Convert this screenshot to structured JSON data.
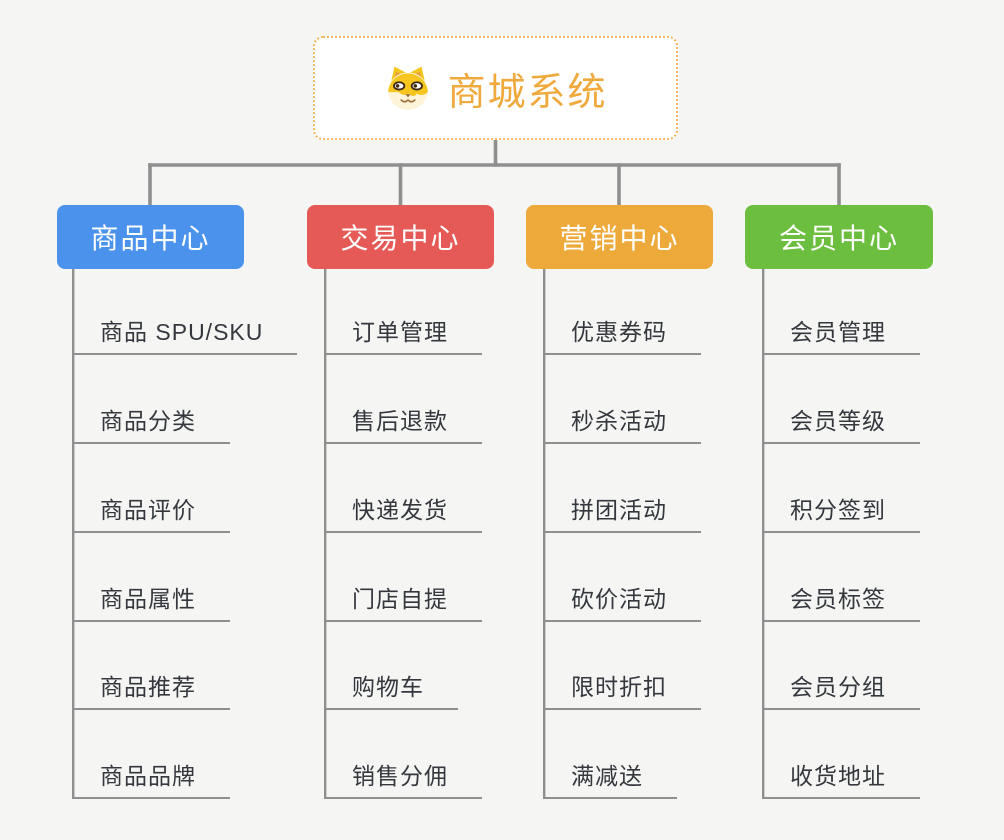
{
  "page": {
    "background_color": "#f5f5f4",
    "connector_color": "#8f8f8f"
  },
  "root": {
    "title": "商城系统",
    "icon": "dog-face-icon",
    "title_color": "#efa93c",
    "border_color": "#f3b85c"
  },
  "columns": [
    {
      "label": "商品中心",
      "color": "#4a92ec",
      "items": [
        "商品 SPU/SKU",
        "商品分类",
        "商品评价",
        "商品属性",
        "商品推荐",
        "商品品牌"
      ]
    },
    {
      "label": "交易中心",
      "color": "#e55a56",
      "items": [
        "订单管理",
        "售后退款",
        "快递发货",
        "门店自提",
        "购物车",
        "销售分佣"
      ]
    },
    {
      "label": "营销中心",
      "color": "#eea93b",
      "items": [
        "优惠券码",
        "秒杀活动",
        "拼团活动",
        "砍价活动",
        "限时折扣",
        "满减送"
      ]
    },
    {
      "label": "会员中心",
      "color": "#6cbe3f",
      "items": [
        "会员管理",
        "会员等级",
        "积分签到",
        "会员标签",
        "会员分组",
        "收货地址"
      ]
    }
  ]
}
